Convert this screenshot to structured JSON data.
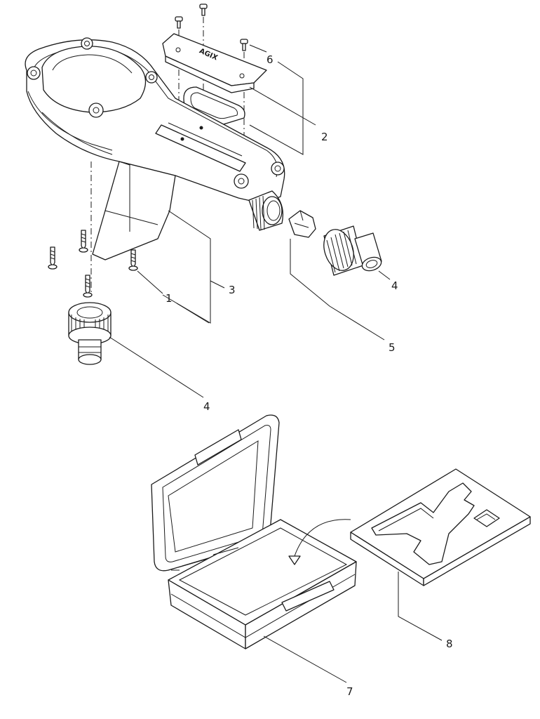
{
  "diagram": {
    "type": "exploded-parts-view",
    "logo_text": "AGIX",
    "callouts": [
      {
        "id": "c1",
        "label": "1"
      },
      {
        "id": "c2",
        "label": "2"
      },
      {
        "id": "c3",
        "label": "3"
      },
      {
        "id": "c4a",
        "label": "4"
      },
      {
        "id": "c4b",
        "label": "4"
      },
      {
        "id": "c5",
        "label": "5"
      },
      {
        "id": "c6",
        "label": "6"
      },
      {
        "id": "c7",
        "label": "7"
      },
      {
        "id": "c8",
        "label": "8"
      }
    ]
  }
}
